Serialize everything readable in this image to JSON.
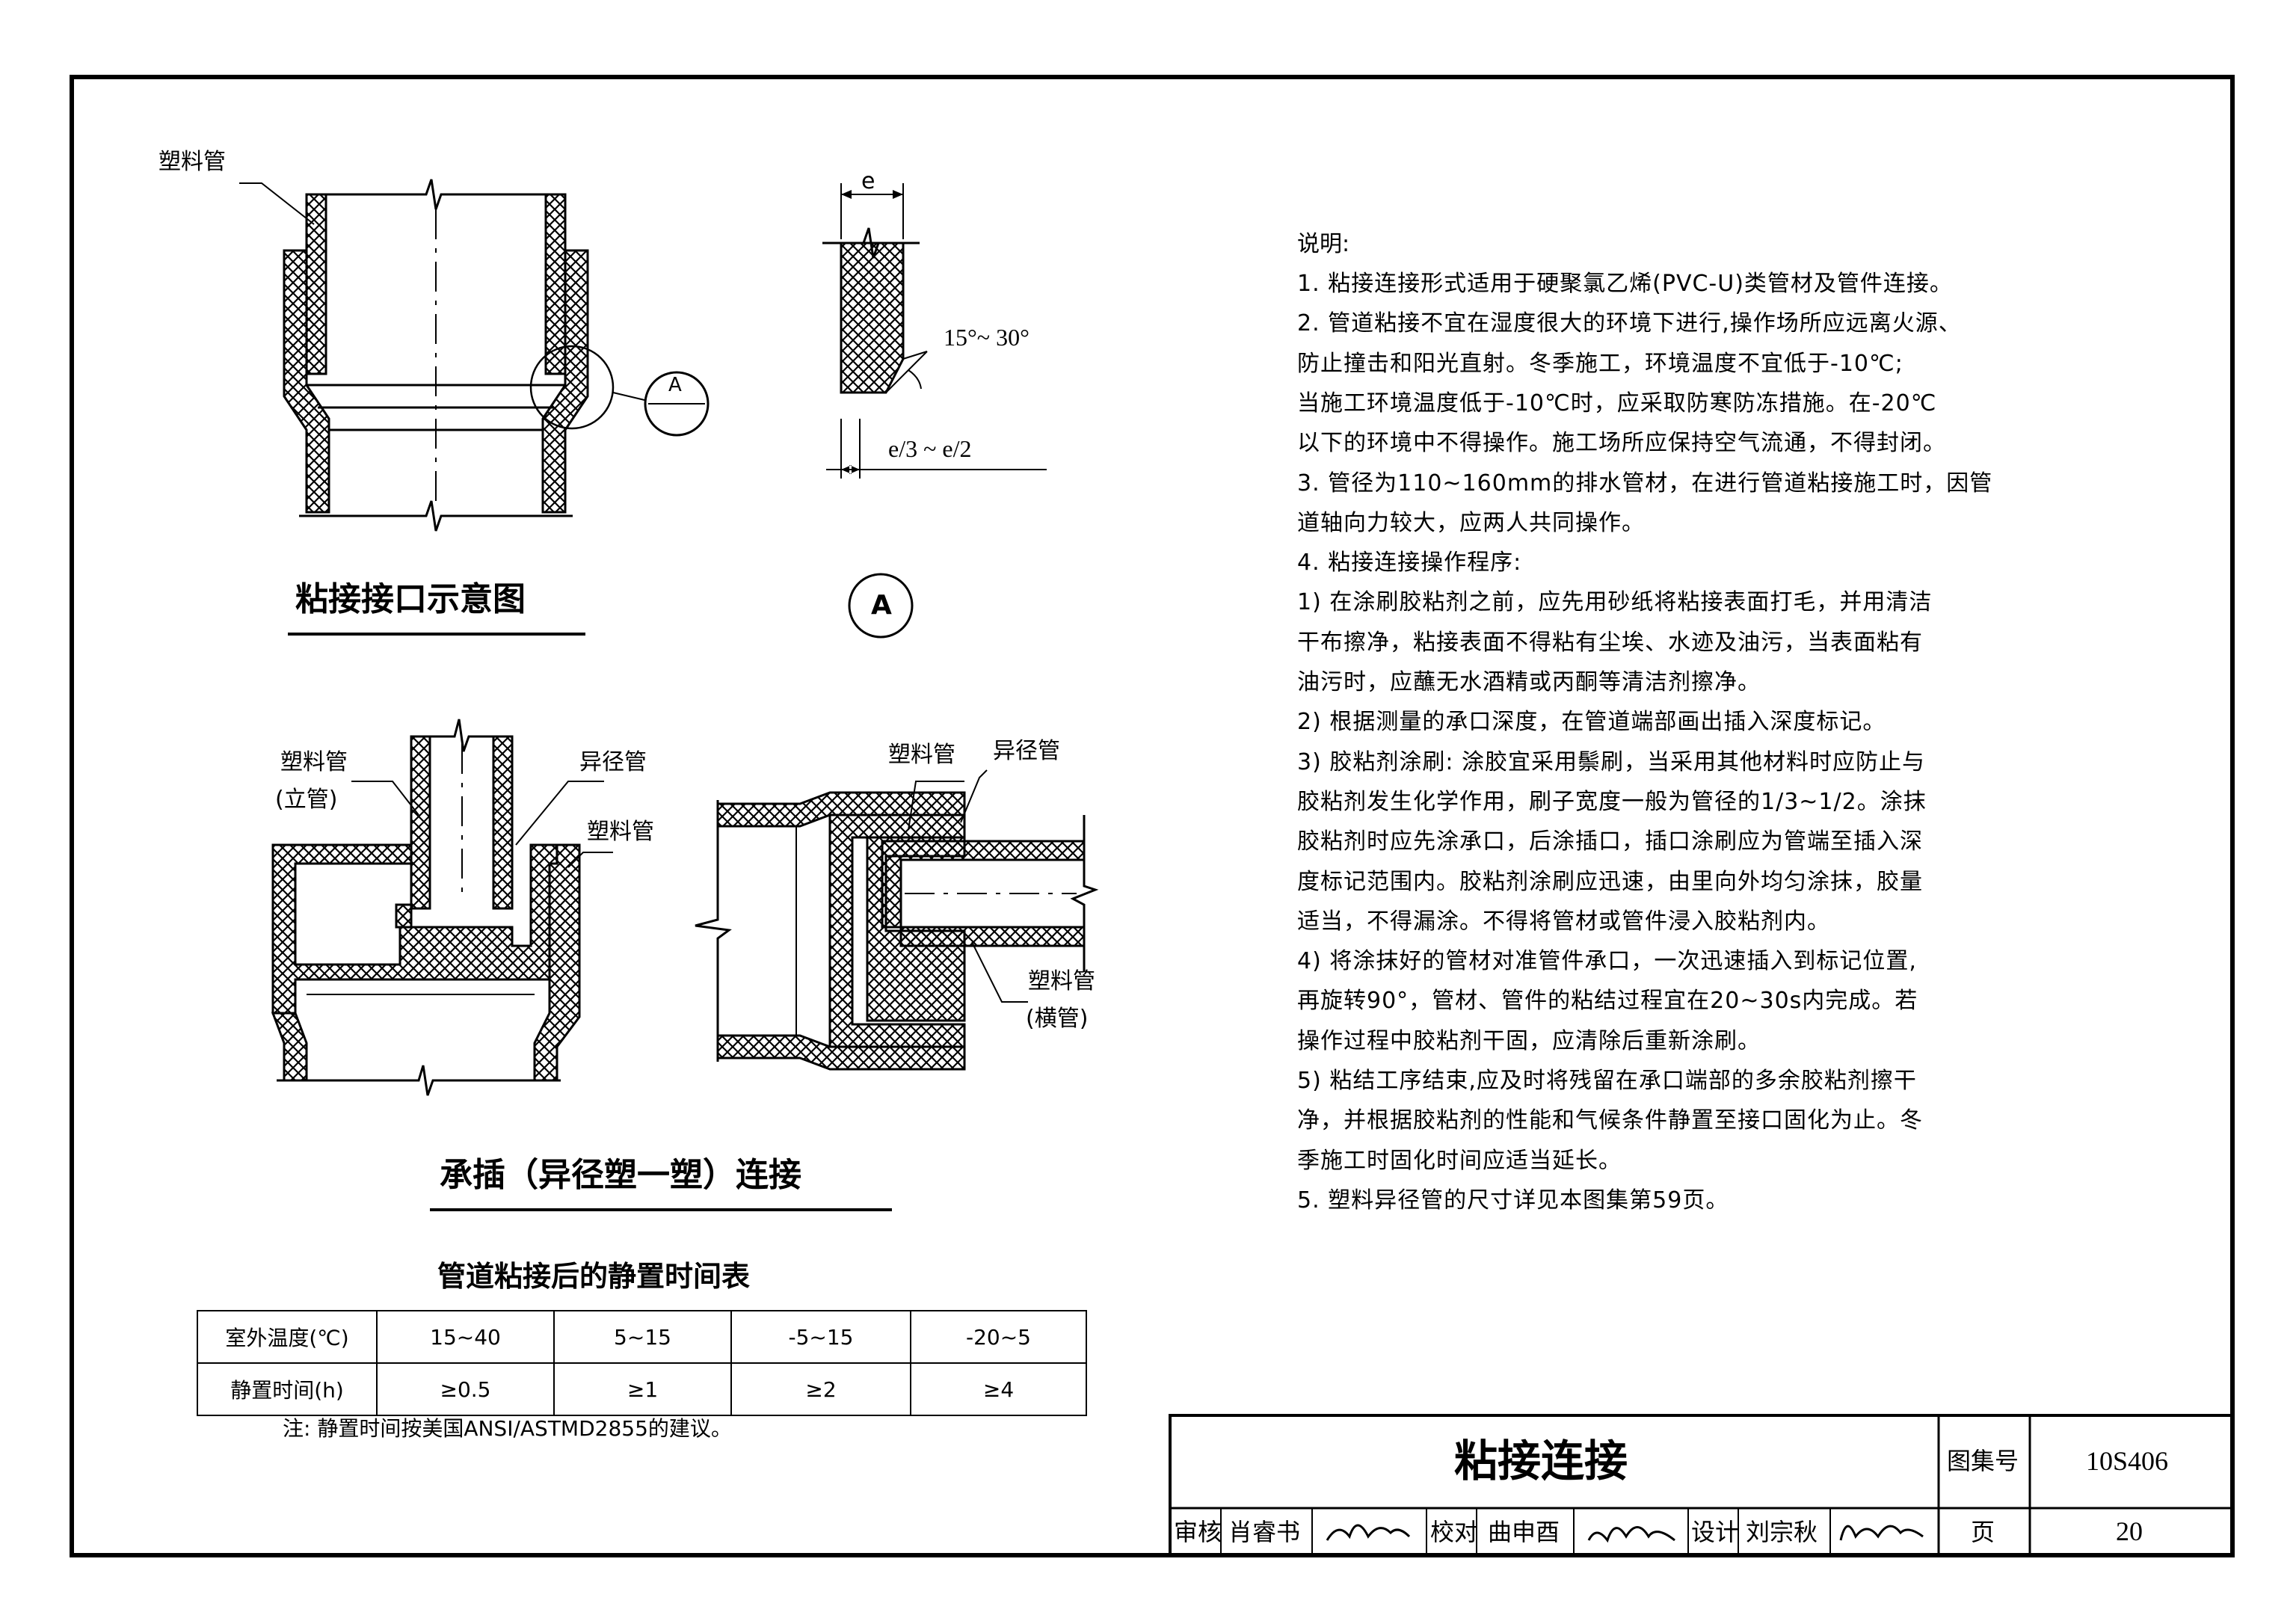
{
  "diagram_main": {
    "label_plastic_pipe": "塑料管",
    "callout": "A",
    "caption": "粘接接口示意图"
  },
  "detail_a": {
    "dim_e": "e",
    "angle": "15°~ 30°",
    "dim_depth": "e/3 ~ e/2",
    "circle_label": "A"
  },
  "diagram_reducer": {
    "label_riser": "塑料管",
    "label_riser_sub": "(立管)",
    "label_reducer": "异径管",
    "label_plastic": "塑料管",
    "label_top_plastic": "塑料管",
    "label_top_reducer": "异径管",
    "label_horizontal": "塑料管",
    "label_horizontal_sub": "(横管)",
    "caption": "承插（异径塑一塑）连接"
  },
  "notes": {
    "heading": "说明:",
    "lines": [
      "1.  粘接连接形式适用于硬聚氯乙烯(PVC-U)类管材及管件连接。",
      "2.  管道粘接不宜在湿度很大的环境下进行,操作场所应远离火源、",
      "     防止撞击和阳光直射。冬季施工，环境温度不宜低于-10℃;",
      "     当施工环境温度低于-10℃时，应采取防寒防冻措施。在-20℃",
      "     以下的环境中不得操作。施工场所应保持空气流通，不得封闭。",
      "3.  管径为110~160mm的排水管材，在进行管道粘接施工时，因管",
      "     道轴向力较大，应两人共同操作。",
      "4.  粘接连接操作程序:",
      "  1) 在涂刷胶粘剂之前，应先用砂纸将粘接表面打毛，并用清洁",
      "     干布擦净，粘接表面不得粘有尘埃、水迹及油污，当表面粘有",
      "     油污时，应蘸无水酒精或丙酮等清洁剂擦净。",
      "  2) 根据测量的承口深度，在管道端部画出插入深度标记。",
      "  3) 胶粘剂涂刷: 涂胶宜采用鬃刷，当采用其他材料时应防止与",
      "     胶粘剂发生化学作用，刷子宽度一般为管径的1/3~1/2。涂抹",
      "     胶粘剂时应先涂承口，后涂插口，插口涂刷应为管端至插入深",
      "     度标记范围内。胶粘剂涂刷应迅速，由里向外均匀涂抹，胶量",
      "     适当，不得漏涂。不得将管材或管件浸入胶粘剂内。",
      "  4) 将涂抹好的管材对准管件承口，一次迅速插入到标记位置,",
      "     再旋转90°，管材、管件的粘结过程宜在20~30s内完成。若",
      "     操作过程中胶粘剂干固，应清除后重新涂刷。",
      "  5) 粘结工序结束,应及时将残留在承口端部的多余胶粘剂擦干",
      "     净，并根据胶粘剂的性能和气候条件静置至接口固化为止。冬",
      "     季施工时固化时间应适当延长。",
      "5.  塑料异径管的尺寸详见本图集第59页。"
    ]
  },
  "cure_table": {
    "title": "管道粘接后的静置时间表",
    "row1_header": "室外温度(℃)",
    "row2_header": "静置时间(h)",
    "temps": [
      "15~40",
      "5~15",
      "-5~15",
      "-20~5"
    ],
    "times": [
      "≥0.5",
      "≥1",
      "≥2",
      "≥4"
    ],
    "footnote": "注:  静置时间按美国ANSI/ASTMD2855的建议。"
  },
  "title_block": {
    "title": "粘接连接",
    "atlas_label": "图集号",
    "atlas_no": "10S406",
    "review_label": "审核",
    "reviewer": "肖睿书",
    "check_label": "校对",
    "checker": "曲申酉",
    "design_label": "设计",
    "designer": "刘宗秋",
    "page_label": "页",
    "page_no": "20"
  },
  "colors": {
    "ink": "#000000",
    "paper": "#ffffff"
  }
}
